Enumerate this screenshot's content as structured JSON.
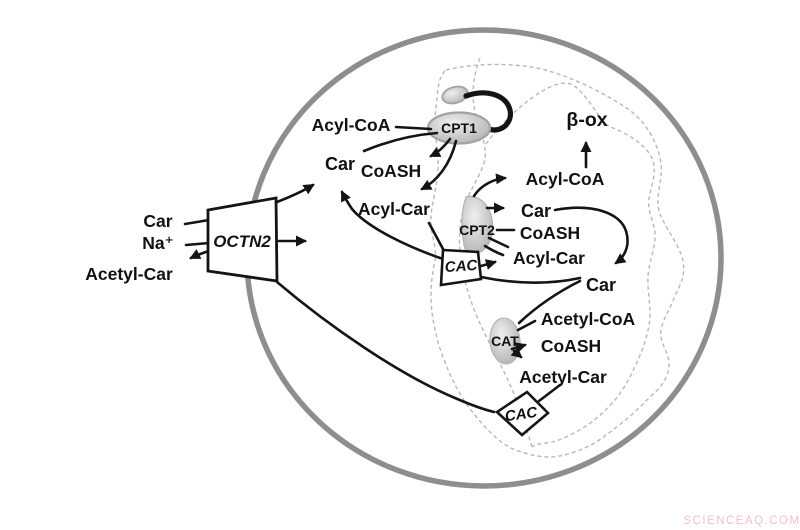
{
  "figure": {
    "description": "Carnitine shuttle pathway diagram in a cell",
    "labels": {
      "extracellular": {
        "car": "Car",
        "na": "Na⁺",
        "acetyl_car": "Acetyl-Car"
      },
      "octn2": "OCTN2",
      "cytosol": {
        "acyl_coa": "Acyl-CoA",
        "car": "Car",
        "coash": "CoASH",
        "acyl_car": "Acyl-Car"
      },
      "cpt1": "CPT1",
      "beta_ox": "β-ox",
      "matrix_upper": {
        "acyl_coa": "Acyl-CoA",
        "car": "Car",
        "coash": "CoASH",
        "acyl_car": "Acyl-Car"
      },
      "cpt2": "CPT2",
      "cac_upper": "CAC",
      "matrix_lower": {
        "car": "Car",
        "acetyl_coa": "Acetyl-CoA",
        "coash": "CoASH",
        "acetyl_car": "Acetyl-Car"
      },
      "cat": "CAT",
      "cac_lower": "CAC"
    },
    "colors": {
      "membrane_gray": "#8e8e8e",
      "dashed_gray": "#b8b8b8",
      "blob_fill": "#c6c6c6",
      "line_black": "#141414",
      "watermark_pink": "#f2c2c4"
    }
  },
  "watermark": {
    "text": "SCIENCEAQ.COM"
  }
}
